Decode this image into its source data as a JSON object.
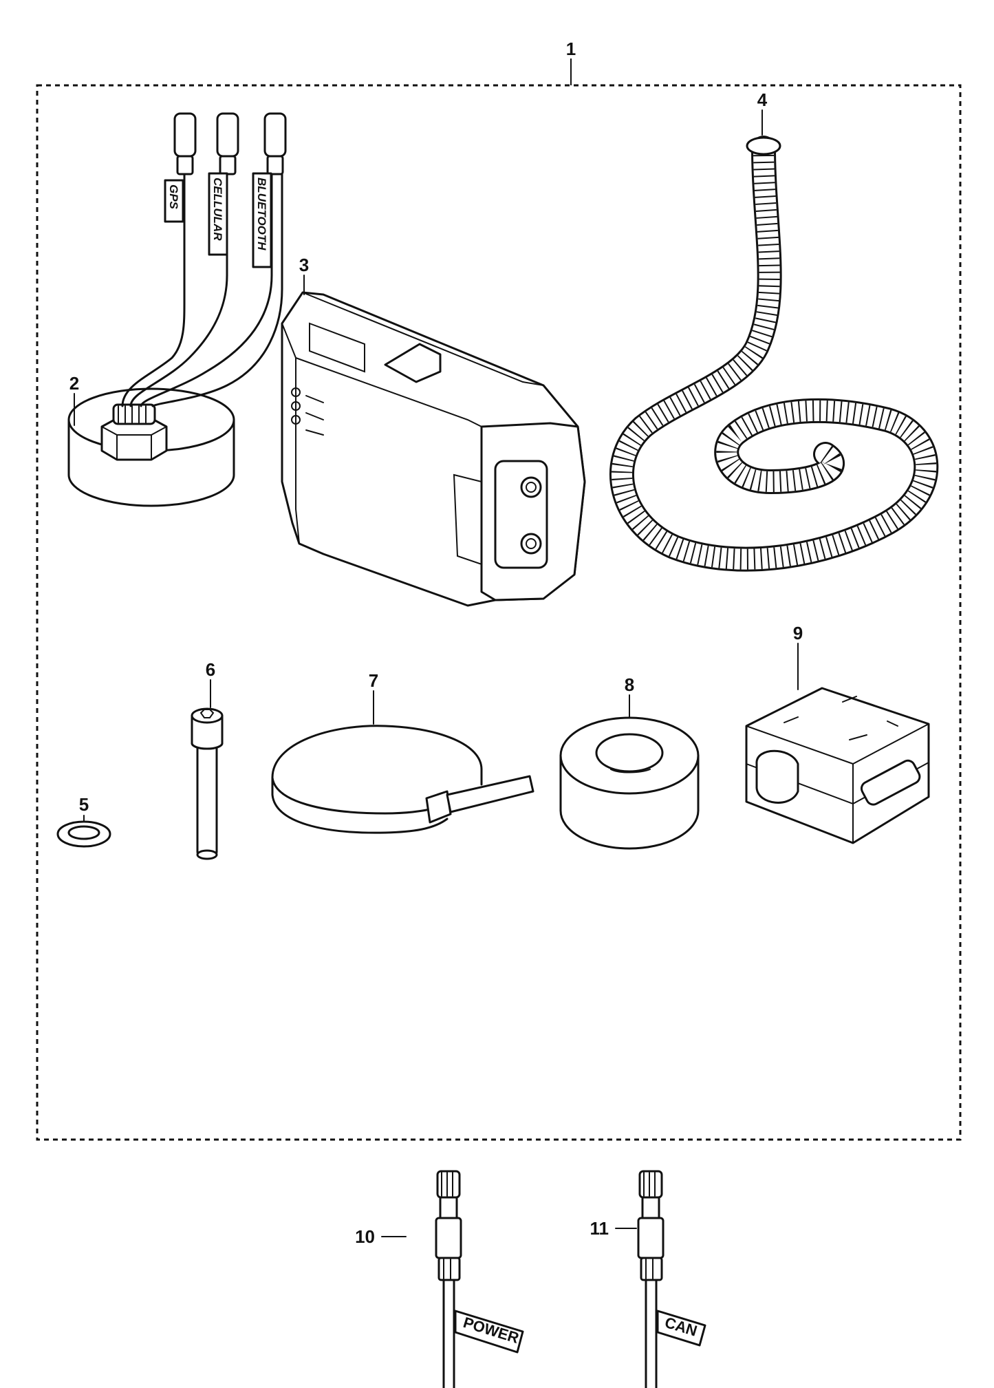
{
  "callouts": {
    "c1": "1",
    "c2": "2",
    "c3": "3",
    "c4": "4",
    "c5": "5",
    "c6": "6",
    "c7": "7",
    "c8": "8",
    "c9": "9",
    "c10": "10",
    "c11": "11"
  },
  "cable_tags": {
    "gps": "GPS",
    "cellular": "CELLULAR",
    "bluetooth": "BLUETOOTH",
    "power": "POWER",
    "can": "CAN"
  }
}
